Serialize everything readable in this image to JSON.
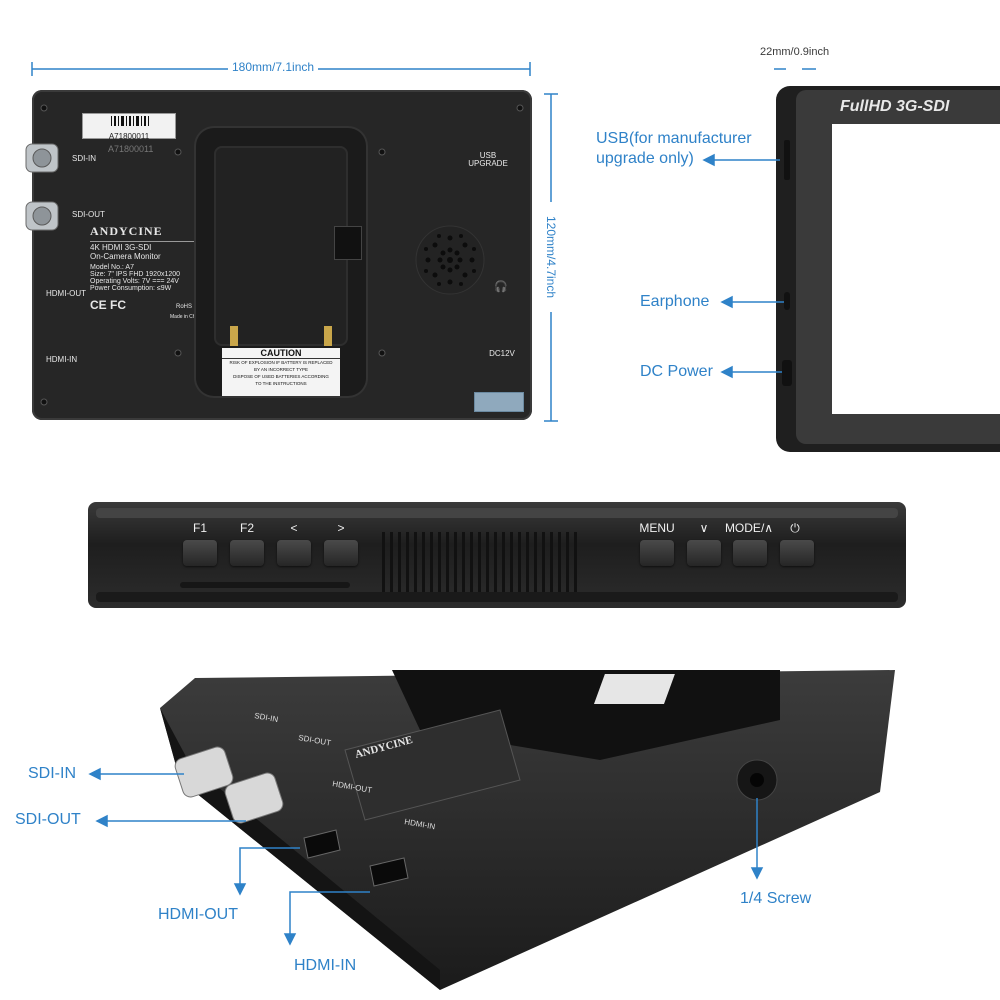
{
  "back_view": {
    "width_dim": "180mm/7.1inch",
    "height_dim": "120mm/4.7inch",
    "ports": {
      "sdi_in": "SDI-IN",
      "sdi_out": "SDI-OUT",
      "hdmi_out": "HDMI-OUT",
      "hdmi_in": "HDMI-IN",
      "usb_line1": "USB",
      "usb_line2": "UPGRADE",
      "dc": "DC12V"
    },
    "serial_sticker": "A71800011",
    "serial_printed": "A71800011",
    "label": {
      "brand": "ANDYCINE",
      "line1": "4K HDMI 3G-SDI",
      "line2": "On-Camera Monitor",
      "model": "Model No.: A7",
      "size": "Size: 7\" IPS FHD 1920x1200",
      "volts": "Operating Volts: 7V === 24V",
      "power": "Power Consumption: ≤9W",
      "cert": "CE FC",
      "rohs": "RoHS",
      "made": "Made in China"
    },
    "caution": {
      "title": "CAUTION",
      "line1": "RISK OF EXPLOSION IF BATTERY IS REPLACED",
      "line2": "BY AN INCORRECT TYPE",
      "line3": "DISPOSE OF USED BATTERIES ACCORDING",
      "line4": "TO THE INSTRUCTIONS"
    }
  },
  "side_view": {
    "depth_dim": "22mm/0.9inch",
    "screen_text": "FullHD 3G-SDI",
    "usb_callout_line1": "USB(for manufacturer",
    "usb_callout_line2": "upgrade only)",
    "earphone": "Earphone",
    "dc_power": "DC Power"
  },
  "top_view": {
    "buttons": [
      "F1",
      "F2",
      "<",
      ">",
      "MENU",
      "∨",
      "MODE/∧",
      "⏻"
    ]
  },
  "angle_view": {
    "sdi_in": "SDI-IN",
    "sdi_out": "SDI-OUT",
    "hdmi_out": "HDMI-OUT",
    "hdmi_in": "HDMI-IN",
    "screw": "1/4  Screw"
  },
  "colors": {
    "callout": "#2f82c8",
    "device": "#2a2a2a"
  }
}
